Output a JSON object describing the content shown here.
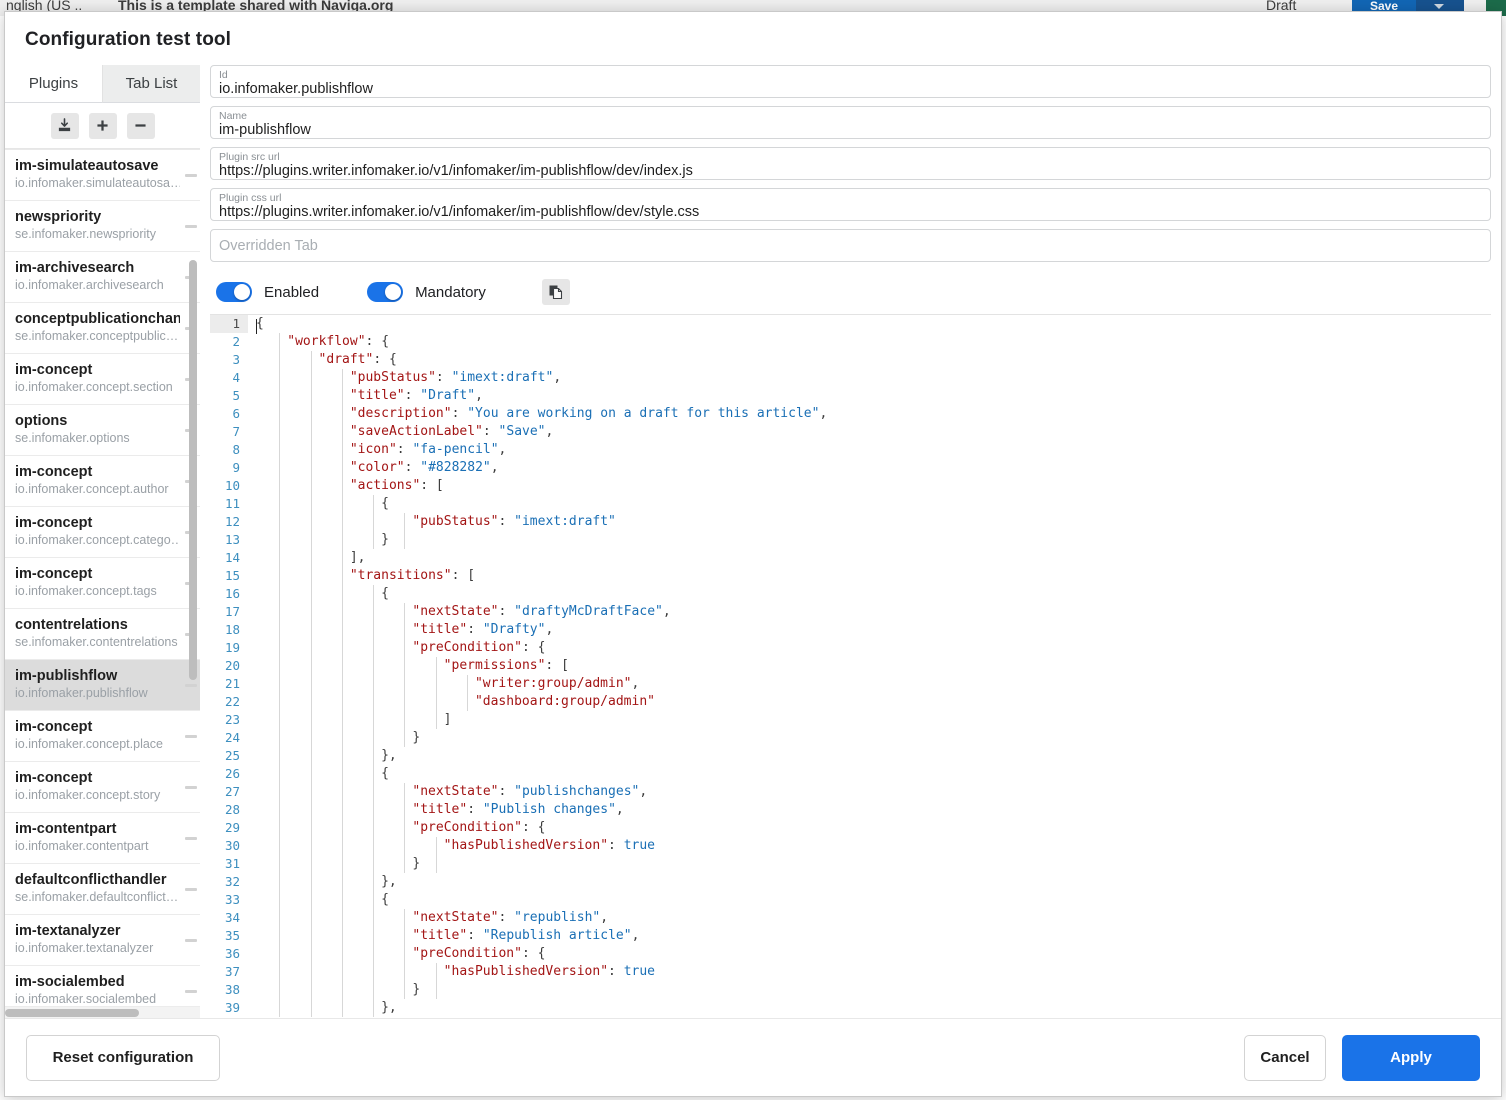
{
  "background_app": {
    "language": "nglish (US ..",
    "template_notice": "This is a template shared with Naviga.org",
    "status": "Draft",
    "save_label": "Save"
  },
  "dialog": {
    "title": "Configuration test tool",
    "tabs": [
      {
        "label": "Plugins",
        "active": true
      },
      {
        "label": "Tab List",
        "active": false
      }
    ],
    "list_toolbar": [
      {
        "name": "download-icon",
        "title": "Download"
      },
      {
        "name": "plus-icon",
        "title": "Add"
      },
      {
        "name": "minus-icon",
        "title": "Remove"
      }
    ],
    "plugins": [
      {
        "name": "im-simulateautosave",
        "id": "io.infomaker.simulateautosa…",
        "selected": false
      },
      {
        "name": "newspriority",
        "id": "se.infomaker.newspriority",
        "selected": false
      },
      {
        "name": "im-archivesearch",
        "id": "io.infomaker.archivesearch",
        "selected": false
      },
      {
        "name": "conceptpublicationchannel",
        "id": "se.infomaker.conceptpublic…",
        "selected": false
      },
      {
        "name": "im-concept",
        "id": "io.infomaker.concept.section",
        "selected": false
      },
      {
        "name": "options",
        "id": "se.infomaker.options",
        "selected": false
      },
      {
        "name": "im-concept",
        "id": "io.infomaker.concept.author",
        "selected": false
      },
      {
        "name": "im-concept",
        "id": "io.infomaker.concept.catego…",
        "selected": false
      },
      {
        "name": "im-concept",
        "id": "io.infomaker.concept.tags",
        "selected": false
      },
      {
        "name": "contentrelations",
        "id": "se.infomaker.contentrelations",
        "selected": false
      },
      {
        "name": "im-publishflow",
        "id": "io.infomaker.publishflow",
        "selected": true
      },
      {
        "name": "im-concept",
        "id": "io.infomaker.concept.place",
        "selected": false
      },
      {
        "name": "im-concept",
        "id": "io.infomaker.concept.story",
        "selected": false
      },
      {
        "name": "im-contentpart",
        "id": "io.infomaker.contentpart",
        "selected": false
      },
      {
        "name": "defaultconflicthandler",
        "id": "se.infomaker.defaultconflict…",
        "selected": false
      },
      {
        "name": "im-textanalyzer",
        "id": "io.infomaker.textanalyzer",
        "selected": false
      },
      {
        "name": "im-socialembed",
        "id": "io.infomaker.socialembed",
        "selected": false
      }
    ],
    "fields": [
      {
        "label": "Id",
        "value": "io.infomaker.publishflow"
      },
      {
        "label": "Name",
        "value": "im-publishflow"
      },
      {
        "label": "Plugin src url",
        "value": "https://plugins.writer.infomaker.io/v1/infomaker/im-publishflow/dev/index.js"
      },
      {
        "label": "Plugin css url",
        "value": "https://plugins.writer.infomaker.io/v1/infomaker/im-publishflow/dev/style.css"
      }
    ],
    "overridden_tab": {
      "placeholder": "Overridden Tab",
      "value": ""
    },
    "toggles": [
      {
        "label": "Enabled",
        "on": true
      },
      {
        "label": "Mandatory",
        "on": true
      }
    ],
    "copy_button": {
      "name": "copy-icon",
      "title": "Copy"
    },
    "footer": {
      "reset_label": "Reset configuration",
      "cancel_label": "Cancel",
      "apply_label": "Apply"
    }
  },
  "colors": {
    "accent": "#1a73e8",
    "selected_row": "#dcdcdc",
    "json_key": "#a31515",
    "json_string": "#1a6fb5",
    "line_number": "#3d8fbf"
  },
  "editor": {
    "active_line": 1,
    "lines": [
      {
        "n": 1,
        "indent": 0,
        "guides": 0,
        "tokens": [
          [
            "pun",
            "{"
          ]
        ]
      },
      {
        "n": 2,
        "indent": 1,
        "guides": 1,
        "tokens": [
          [
            "key",
            "\"workflow\""
          ],
          [
            "pun",
            ": {"
          ]
        ]
      },
      {
        "n": 3,
        "indent": 2,
        "guides": 2,
        "tokens": [
          [
            "key",
            "\"draft\""
          ],
          [
            "pun",
            ": {"
          ]
        ]
      },
      {
        "n": 4,
        "indent": 3,
        "guides": 3,
        "tokens": [
          [
            "key",
            "\"pubStatus\""
          ],
          [
            "pun",
            ": "
          ],
          [
            "str",
            "\"imext:draft\""
          ],
          [
            "pun",
            ","
          ]
        ]
      },
      {
        "n": 5,
        "indent": 3,
        "guides": 3,
        "tokens": [
          [
            "key",
            "\"title\""
          ],
          [
            "pun",
            ": "
          ],
          [
            "str",
            "\"Draft\""
          ],
          [
            "pun",
            ","
          ]
        ]
      },
      {
        "n": 6,
        "indent": 3,
        "guides": 3,
        "tokens": [
          [
            "key",
            "\"description\""
          ],
          [
            "pun",
            ": "
          ],
          [
            "str",
            "\"You are working on a draft for this article\""
          ],
          [
            "pun",
            ","
          ]
        ]
      },
      {
        "n": 7,
        "indent": 3,
        "guides": 3,
        "tokens": [
          [
            "key",
            "\"saveActionLabel\""
          ],
          [
            "pun",
            ": "
          ],
          [
            "str",
            "\"Save\""
          ],
          [
            "pun",
            ","
          ]
        ]
      },
      {
        "n": 8,
        "indent": 3,
        "guides": 3,
        "tokens": [
          [
            "key",
            "\"icon\""
          ],
          [
            "pun",
            ": "
          ],
          [
            "str",
            "\"fa-pencil\""
          ],
          [
            "pun",
            ","
          ]
        ]
      },
      {
        "n": 9,
        "indent": 3,
        "guides": 3,
        "tokens": [
          [
            "key",
            "\"color\""
          ],
          [
            "pun",
            ": "
          ],
          [
            "str",
            "\"#828282\""
          ],
          [
            "pun",
            ","
          ]
        ]
      },
      {
        "n": 10,
        "indent": 3,
        "guides": 3,
        "tokens": [
          [
            "key",
            "\"actions\""
          ],
          [
            "pun",
            ": ["
          ]
        ]
      },
      {
        "n": 11,
        "indent": 4,
        "guides": 4,
        "tokens": [
          [
            "pun",
            "{"
          ]
        ]
      },
      {
        "n": 12,
        "indent": 5,
        "guides": 5,
        "tokens": [
          [
            "key",
            "\"pubStatus\""
          ],
          [
            "pun",
            ": "
          ],
          [
            "str",
            "\"imext:draft\""
          ]
        ]
      },
      {
        "n": 13,
        "indent": 4,
        "guides": 5,
        "tokens": [
          [
            "pun",
            "}"
          ]
        ]
      },
      {
        "n": 14,
        "indent": 3,
        "guides": 3,
        "tokens": [
          [
            "pun",
            "],"
          ]
        ]
      },
      {
        "n": 15,
        "indent": 3,
        "guides": 3,
        "tokens": [
          [
            "key",
            "\"transitions\""
          ],
          [
            "pun",
            ": ["
          ]
        ]
      },
      {
        "n": 16,
        "indent": 4,
        "guides": 4,
        "tokens": [
          [
            "pun",
            "{"
          ]
        ]
      },
      {
        "n": 17,
        "indent": 5,
        "guides": 5,
        "tokens": [
          [
            "key",
            "\"nextState\""
          ],
          [
            "pun",
            ": "
          ],
          [
            "str",
            "\"draftyMcDraftFace\""
          ],
          [
            "pun",
            ","
          ]
        ]
      },
      {
        "n": 18,
        "indent": 5,
        "guides": 5,
        "tokens": [
          [
            "key",
            "\"title\""
          ],
          [
            "pun",
            ": "
          ],
          [
            "str",
            "\"Drafty\""
          ],
          [
            "pun",
            ","
          ]
        ]
      },
      {
        "n": 19,
        "indent": 5,
        "guides": 5,
        "tokens": [
          [
            "key",
            "\"preCondition\""
          ],
          [
            "pun",
            ": {"
          ]
        ]
      },
      {
        "n": 20,
        "indent": 6,
        "guides": 6,
        "tokens": [
          [
            "key",
            "\"permissions\""
          ],
          [
            "pun",
            ": ["
          ]
        ]
      },
      {
        "n": 21,
        "indent": 7,
        "guides": 7,
        "tokens": [
          [
            "rstr",
            "\"writer:group/admin\""
          ],
          [
            "pun",
            ","
          ]
        ]
      },
      {
        "n": 22,
        "indent": 7,
        "guides": 7,
        "tokens": [
          [
            "rstr",
            "\"dashboard:group/admin\""
          ]
        ]
      },
      {
        "n": 23,
        "indent": 6,
        "guides": 6,
        "tokens": [
          [
            "pun",
            "]"
          ]
        ]
      },
      {
        "n": 24,
        "indent": 5,
        "guides": 5,
        "tokens": [
          [
            "pun",
            "}"
          ]
        ]
      },
      {
        "n": 25,
        "indent": 4,
        "guides": 4,
        "tokens": [
          [
            "pun",
            "},"
          ]
        ]
      },
      {
        "n": 26,
        "indent": 4,
        "guides": 4,
        "tokens": [
          [
            "pun",
            "{"
          ]
        ]
      },
      {
        "n": 27,
        "indent": 5,
        "guides": 5,
        "tokens": [
          [
            "key",
            "\"nextState\""
          ],
          [
            "pun",
            ": "
          ],
          [
            "str",
            "\"publishchanges\""
          ],
          [
            "pun",
            ","
          ]
        ]
      },
      {
        "n": 28,
        "indent": 5,
        "guides": 5,
        "tokens": [
          [
            "key",
            "\"title\""
          ],
          [
            "pun",
            ": "
          ],
          [
            "str",
            "\"Publish changes\""
          ],
          [
            "pun",
            ","
          ]
        ]
      },
      {
        "n": 29,
        "indent": 5,
        "guides": 5,
        "tokens": [
          [
            "key",
            "\"preCondition\""
          ],
          [
            "pun",
            ": {"
          ]
        ]
      },
      {
        "n": 30,
        "indent": 6,
        "guides": 6,
        "tokens": [
          [
            "key",
            "\"hasPublishedVersion\""
          ],
          [
            "pun",
            ": "
          ],
          [
            "lit",
            "true"
          ]
        ]
      },
      {
        "n": 31,
        "indent": 5,
        "guides": 6,
        "tokens": [
          [
            "pun",
            "}"
          ]
        ]
      },
      {
        "n": 32,
        "indent": 4,
        "guides": 4,
        "tokens": [
          [
            "pun",
            "},"
          ]
        ]
      },
      {
        "n": 33,
        "indent": 4,
        "guides": 4,
        "tokens": [
          [
            "pun",
            "{"
          ]
        ]
      },
      {
        "n": 34,
        "indent": 5,
        "guides": 5,
        "tokens": [
          [
            "key",
            "\"nextState\""
          ],
          [
            "pun",
            ": "
          ],
          [
            "str",
            "\"republish\""
          ],
          [
            "pun",
            ","
          ]
        ]
      },
      {
        "n": 35,
        "indent": 5,
        "guides": 5,
        "tokens": [
          [
            "key",
            "\"title\""
          ],
          [
            "pun",
            ": "
          ],
          [
            "str",
            "\"Republish article\""
          ],
          [
            "pun",
            ","
          ]
        ]
      },
      {
        "n": 36,
        "indent": 5,
        "guides": 5,
        "tokens": [
          [
            "key",
            "\"preCondition\""
          ],
          [
            "pun",
            ": {"
          ]
        ]
      },
      {
        "n": 37,
        "indent": 6,
        "guides": 6,
        "tokens": [
          [
            "key",
            "\"hasPublishedVersion\""
          ],
          [
            "pun",
            ": "
          ],
          [
            "lit",
            "true"
          ]
        ]
      },
      {
        "n": 38,
        "indent": 5,
        "guides": 6,
        "tokens": [
          [
            "pun",
            "}"
          ]
        ]
      },
      {
        "n": 39,
        "indent": 4,
        "guides": 4,
        "tokens": [
          [
            "pun",
            "},"
          ]
        ]
      }
    ]
  }
}
